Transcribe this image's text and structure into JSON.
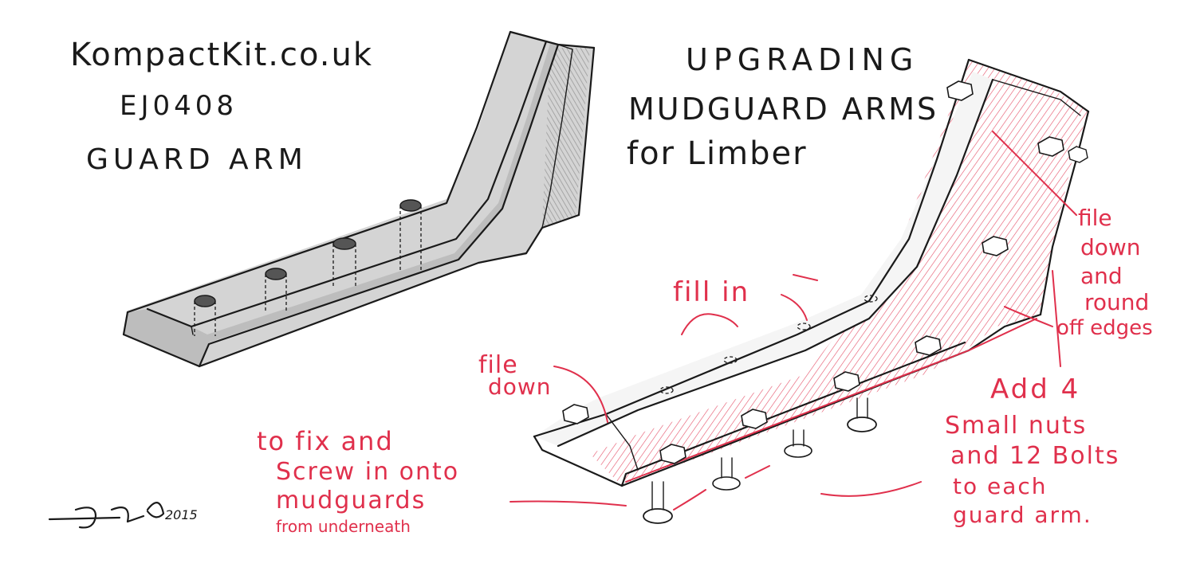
{
  "left_title": {
    "brand": "KompactKit.co.uk",
    "code": "EJ0408",
    "name": "GUARD ARM"
  },
  "right_title": {
    "line1": "UPGRADING",
    "line2": "MUDGUARD ARMS",
    "line3": "for Limber"
  },
  "annotations": {
    "fill_in": "fill in",
    "file_down_left": [
      "file",
      "down"
    ],
    "file_down_right": [
      "file",
      "down",
      "and",
      "round",
      "off edges"
    ],
    "add_parts": [
      "Add 4",
      "Small nuts",
      "and 12 Bolts",
      "to each",
      "guard arm."
    ],
    "fix_note": [
      "to fix and",
      "Screw in onto",
      "mudguards"
    ],
    "from_underneath": "from underneath"
  },
  "signature": {
    "year": "2015"
  },
  "colors": {
    "ink": "#1a1a1a",
    "annotation_red": "#e0304c",
    "shade_grey": "#c9c9c9",
    "paper": "#ffffff"
  }
}
